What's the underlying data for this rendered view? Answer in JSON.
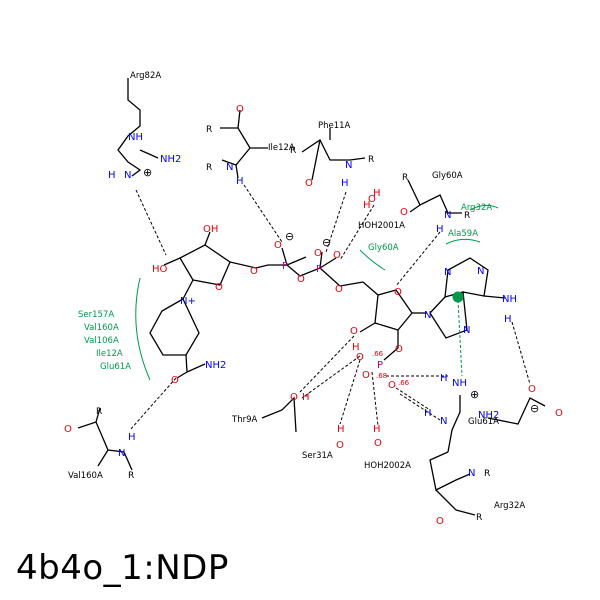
{
  "title": "4b4o_1:NDP",
  "residue_labels": {
    "arg82a": "Arg82A",
    "ile12a": "Ile12A",
    "phe11a": "Phe11A",
    "gly60a": "Gly60A",
    "arg32a_top": "Arg32A",
    "ala59a": "Ala59A",
    "hoh2001a": "HOH2001A",
    "gly60a_arc": "Gly60A",
    "ser157a": "Ser157A",
    "val160a_arc": "Val160A",
    "val106a": "Val106A",
    "ile12a_arc": "Ile12A",
    "glu61a_arc": "Glu61A",
    "thr9a": "Thr9A",
    "ser31a": "Ser31A",
    "hoh2002a": "HOH2002A",
    "glu61a": "Glu61A",
    "val160a": "Val160A",
    "arg32a_bottom": "Arg32A"
  },
  "distances": {
    "d1": ".66",
    "d2": ".68",
    "d3": ".66"
  },
  "colors": {
    "oxygen": "#e8000b",
    "nitrogen": "#0000ff",
    "phosphorus": "#b8008b",
    "hydrophobic": "#00994c"
  }
}
